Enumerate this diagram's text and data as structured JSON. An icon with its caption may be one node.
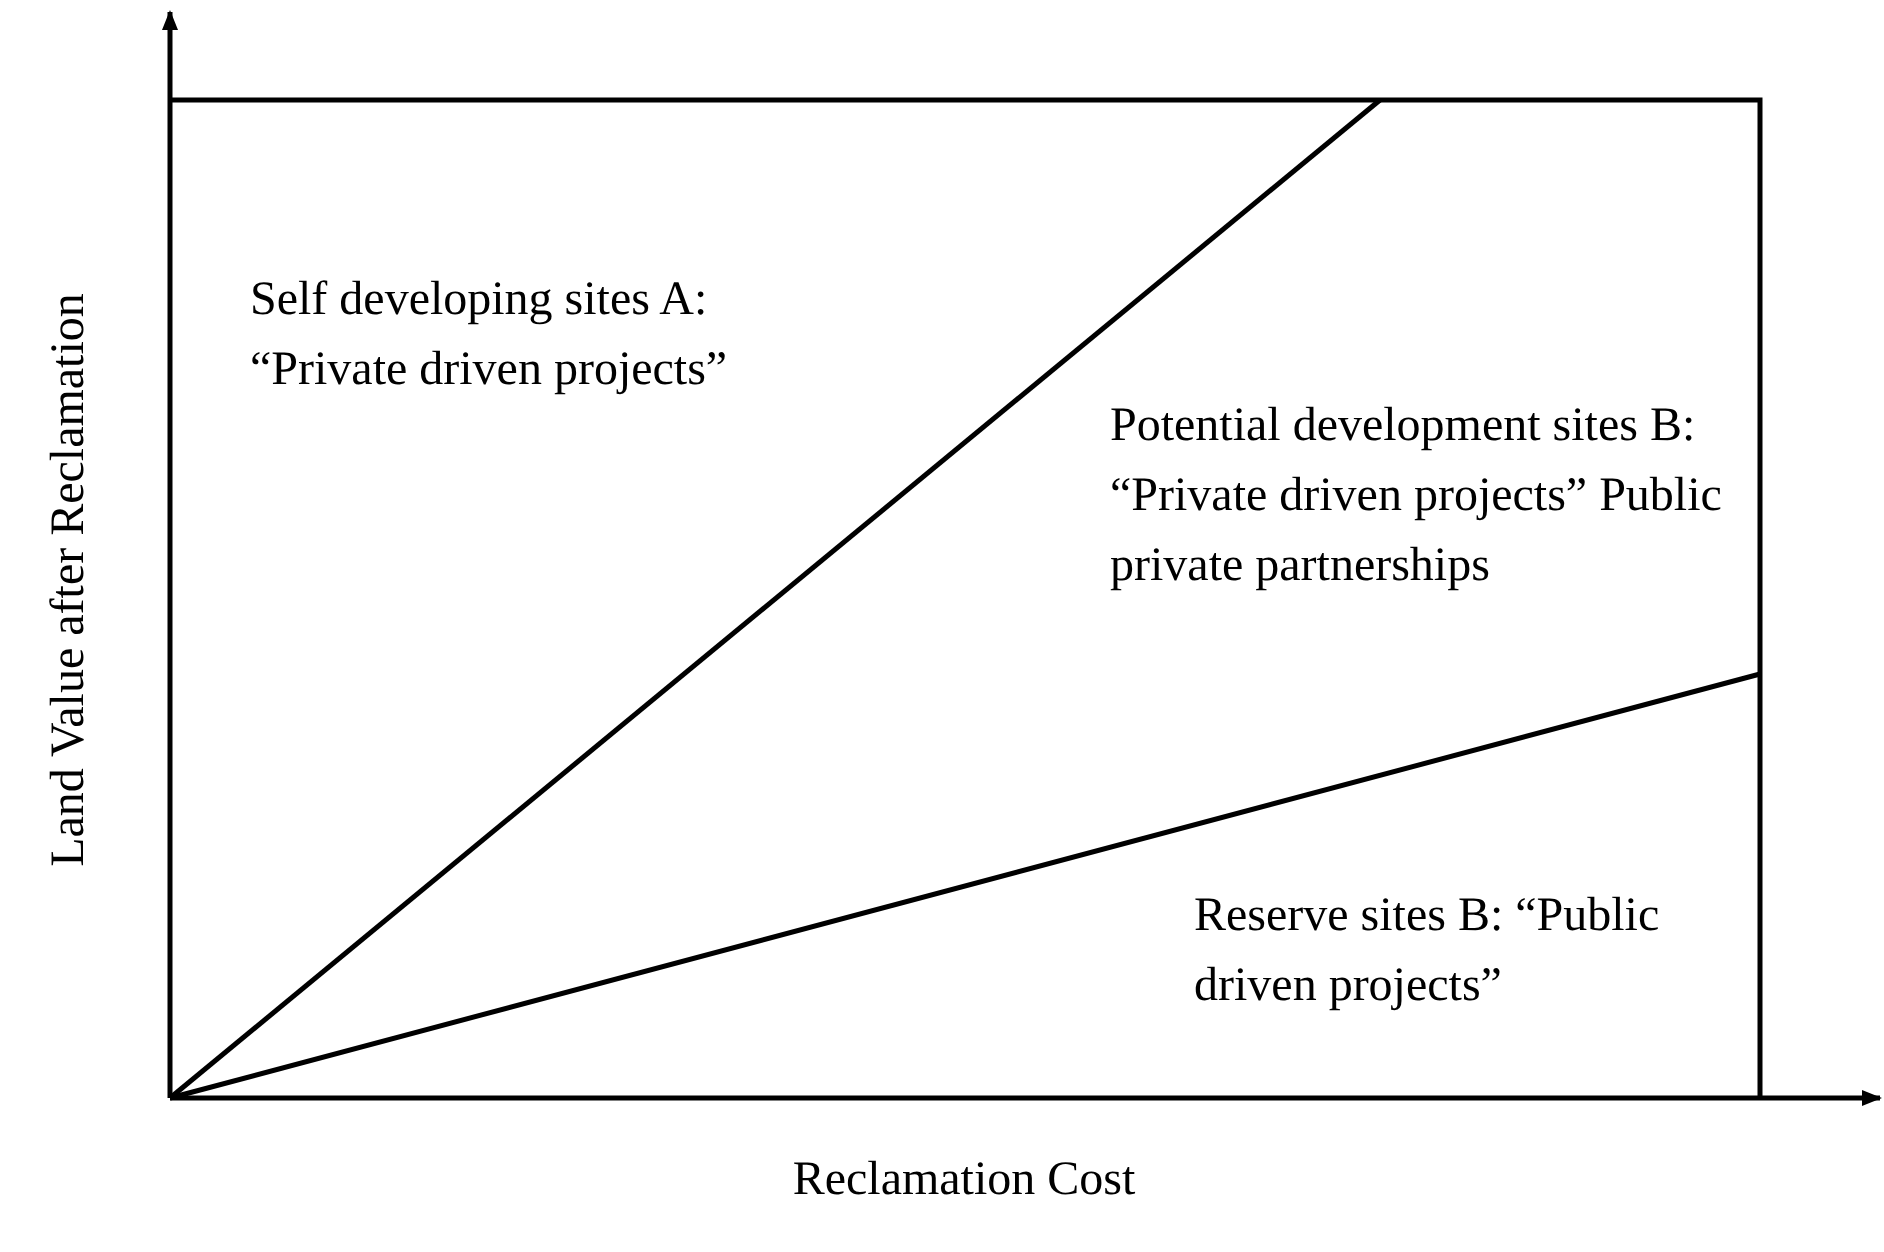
{
  "diagram": {
    "labels": [
      "Self developing sites A: “Private driven projects”",
      "Potential development sites B: “Private driven projects” Public private partnerships",
      "Reserve sites B: “Public driven projects”",
      "Land Value after Reclamation",
      "Reclamation Cost"
    ]
  }
}
